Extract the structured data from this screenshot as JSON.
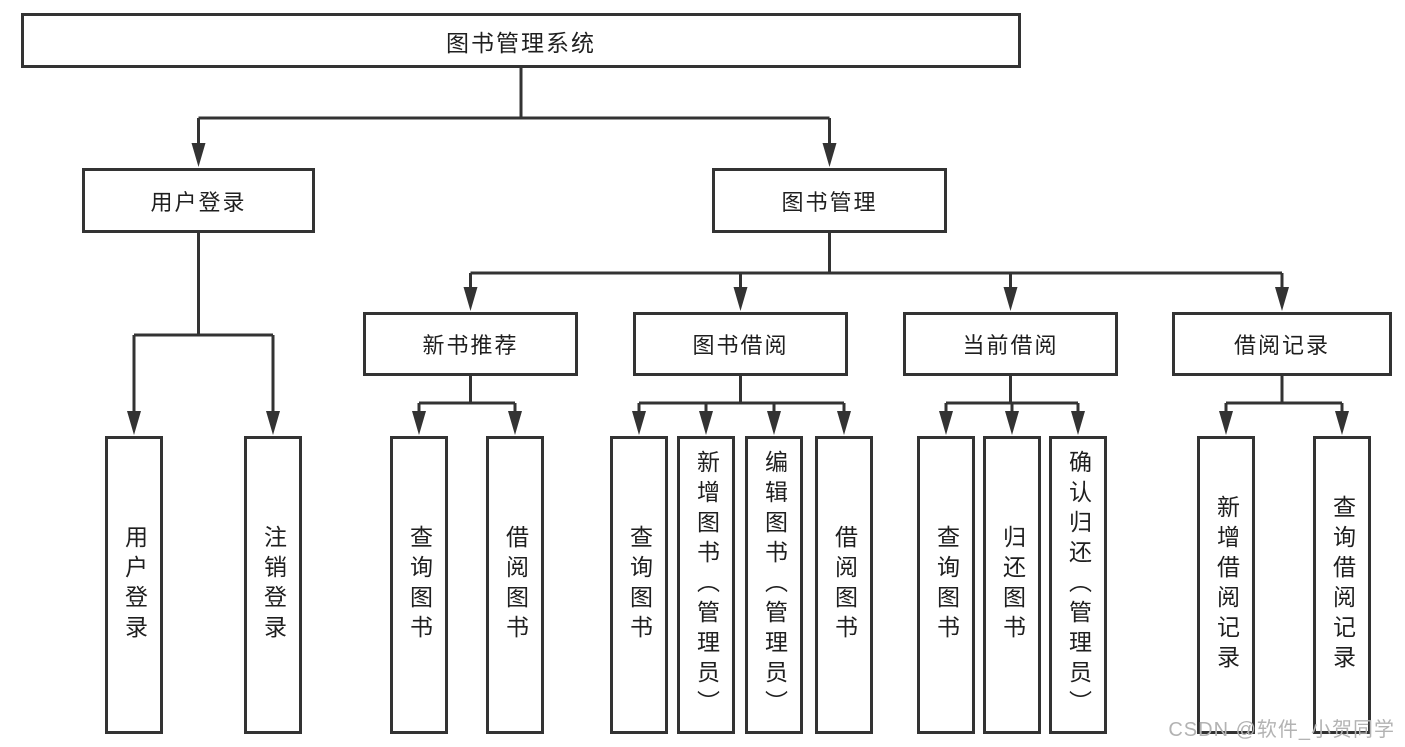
{
  "diagram": {
    "title": "图书管理系统",
    "root": {
      "label": "图书管理系统"
    },
    "level2": [
      {
        "label": "用户登录"
      },
      {
        "label": "图书管理"
      }
    ],
    "level3": [
      {
        "label": "新书推荐"
      },
      {
        "label": "图书借阅"
      },
      {
        "label": "当前借阅"
      },
      {
        "label": "借阅记录"
      }
    ],
    "leaves": [
      {
        "label": "用户登录"
      },
      {
        "label": "注销登录"
      },
      {
        "label": "查询图书"
      },
      {
        "label": "借阅图书"
      },
      {
        "label": "查询图书"
      },
      {
        "label": "新增图书（管理员）"
      },
      {
        "label": "编辑图书（管理员）"
      },
      {
        "label": "借阅图书"
      },
      {
        "label": "查询图书"
      },
      {
        "label": "归还图书"
      },
      {
        "label": "确认归还（管理员）"
      },
      {
        "label": "新增借阅记录"
      },
      {
        "label": "查询借阅记录"
      }
    ],
    "colors": {
      "box_border": "#333333",
      "line": "#333333",
      "text": "#1f1f1f"
    }
  },
  "watermark": {
    "text": "CSDN @软件_小贺同学",
    "color": "#b3b3b3"
  }
}
